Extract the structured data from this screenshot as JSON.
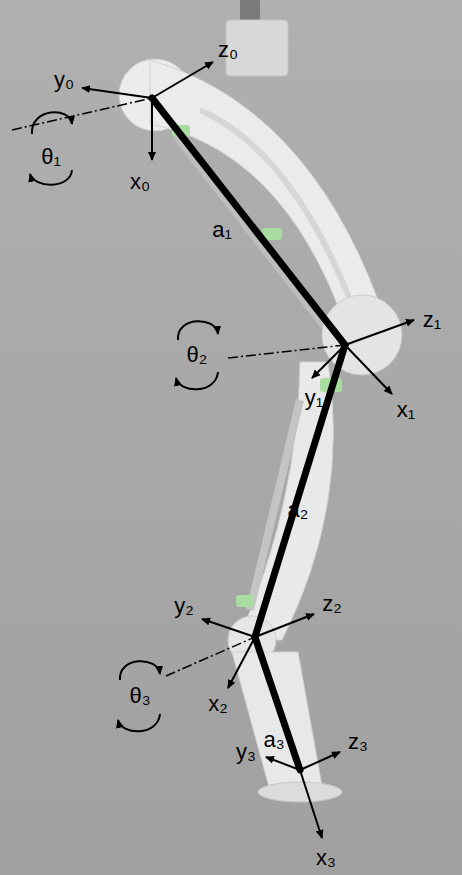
{
  "diagram": {
    "labels": [
      "y₀",
      "z₀",
      "θ₁",
      "x₀",
      "a₁",
      "z₁",
      "θ₂",
      "y₁",
      "x₁",
      "a₂",
      "y₂",
      "z₂",
      "θ₃",
      "x₂",
      "a₃",
      "y₃",
      "z₃",
      "x₃"
    ]
  }
}
